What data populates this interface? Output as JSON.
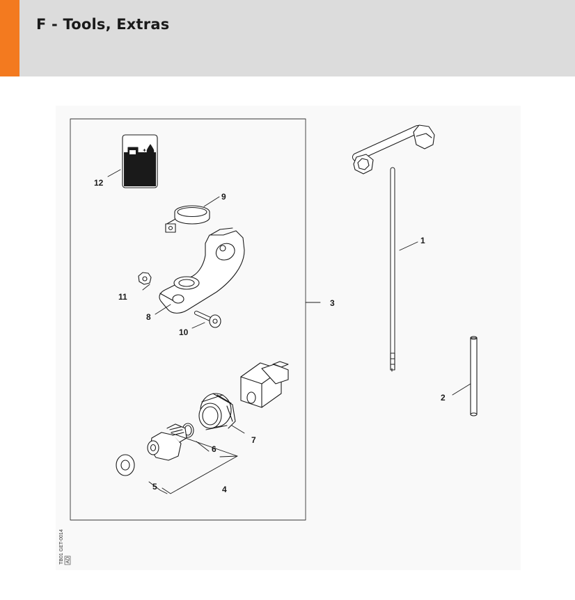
{
  "header": {
    "title": "F - Tools, Extras",
    "accent_color": "#f37a1f",
    "background_color": "#dcdcdc"
  },
  "diagram": {
    "reference_code": "TB01 GET-0014",
    "reference_code_sub": "AD",
    "callouts": {
      "c1": "1",
      "c2": "2",
      "c3": "3",
      "c4": "4",
      "c5": "5",
      "c6": "6",
      "c7": "7",
      "c8": "8",
      "c9": "9",
      "c10": "10",
      "c11": "11",
      "c12": "12"
    },
    "parts": [
      {
        "callout": "1",
        "icon": "t-wrench-icon"
      },
      {
        "callout": "2",
        "icon": "pin-icon"
      },
      {
        "callout": "3",
        "icon": "kit-group"
      },
      {
        "callout": "4",
        "icon": "hollow-bolt-icon"
      },
      {
        "callout": "5",
        "icon": "washer-icon"
      },
      {
        "callout": "6",
        "icon": "o-ring-icon"
      },
      {
        "callout": "7",
        "icon": "knurled-nut-icon"
      },
      {
        "callout": "8",
        "icon": "handle-bracket-icon"
      },
      {
        "callout": "9",
        "icon": "hose-clamp-icon"
      },
      {
        "callout": "10",
        "icon": "screw-icon"
      },
      {
        "callout": "11",
        "icon": "nut-icon"
      },
      {
        "callout": "12",
        "icon": "fuel-label-icon"
      }
    ]
  }
}
